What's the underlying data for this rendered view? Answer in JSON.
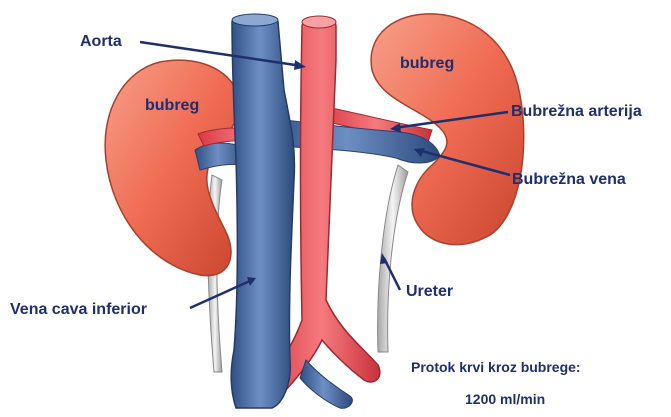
{
  "labels": {
    "aorta": "Aorta",
    "kidney_right": "bubreg",
    "kidney_left": "bubreg",
    "renal_artery": "Bubrežna arterija",
    "renal_vein": "Bubrežna vena",
    "ureter": "Ureter",
    "ivc": "Vena cava inferior"
  },
  "note": {
    "line1": "Protok krvi kroz bubrege:",
    "line2": "1200 ml/min"
  },
  "colors": {
    "kidney": "#ee6a50",
    "kidney_dark": "#b8402c",
    "artery": "#e8505a",
    "vein": "#4a6ba0",
    "ureter": "#d0d0d0",
    "text": "#1f2f6e"
  }
}
